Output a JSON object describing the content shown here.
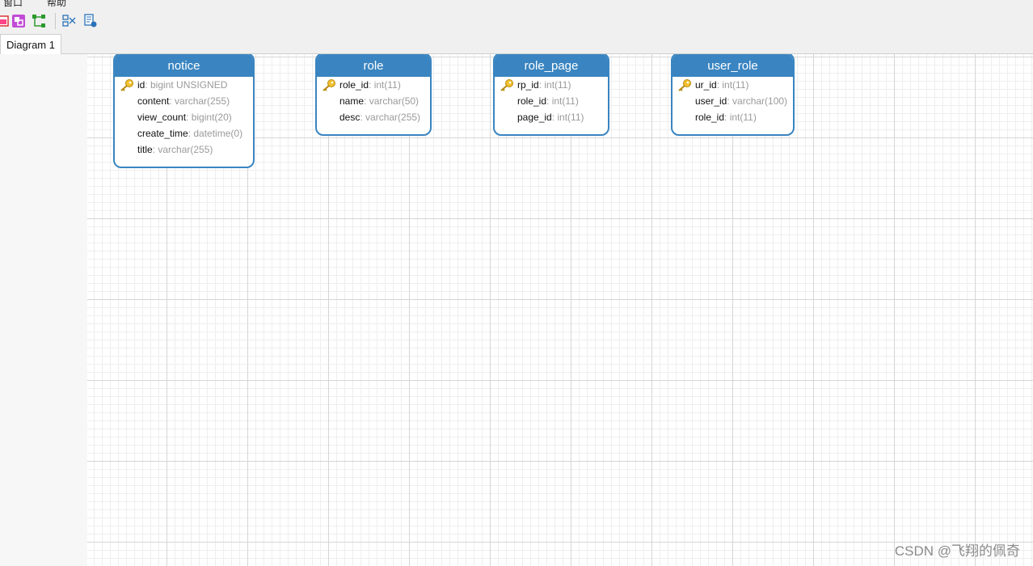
{
  "menubar": {
    "items": [
      "窗口",
      "帮助"
    ]
  },
  "toolbar": {
    "icons": [
      "new-table-icon",
      "new-view-icon",
      "new-relation-icon",
      "auto-layout-icon",
      "properties-icon"
    ]
  },
  "tabs": {
    "diagram_tab": "Diagram 1"
  },
  "entities": [
    {
      "name": "notice",
      "fields": [
        {
          "name": "id",
          "type": ": bigint UNSIGNED",
          "pk": true
        },
        {
          "name": "content",
          "type": ": varchar(255)",
          "pk": false
        },
        {
          "name": "view_count",
          "type": ": bigint(20)",
          "pk": false
        },
        {
          "name": "create_time",
          "type": ": datetime(0)",
          "pk": false
        },
        {
          "name": "title",
          "type": ": varchar(255)",
          "pk": false
        }
      ]
    },
    {
      "name": "role",
      "fields": [
        {
          "name": "role_id",
          "type": ": int(11)",
          "pk": true
        },
        {
          "name": "name",
          "type": ": varchar(50)",
          "pk": false
        },
        {
          "name": "desc",
          "type": ": varchar(255)",
          "pk": false
        }
      ]
    },
    {
      "name": "role_page",
      "fields": [
        {
          "name": "rp_id",
          "type": ": int(11)",
          "pk": true
        },
        {
          "name": "role_id",
          "type": ": int(11)",
          "pk": false
        },
        {
          "name": "page_id",
          "type": ": int(11)",
          "pk": false
        }
      ]
    },
    {
      "name": "user_role",
      "fields": [
        {
          "name": "ur_id",
          "type": ": int(11)",
          "pk": true
        },
        {
          "name": "user_id",
          "type": ": varchar(100)",
          "pk": false
        },
        {
          "name": "role_id",
          "type": ": int(11)",
          "pk": false
        }
      ]
    }
  ],
  "watermark": "CSDN @飞翔的佩奇",
  "colors": {
    "entity_header": "#3a85c1",
    "type_text": "#9a9a9a"
  }
}
